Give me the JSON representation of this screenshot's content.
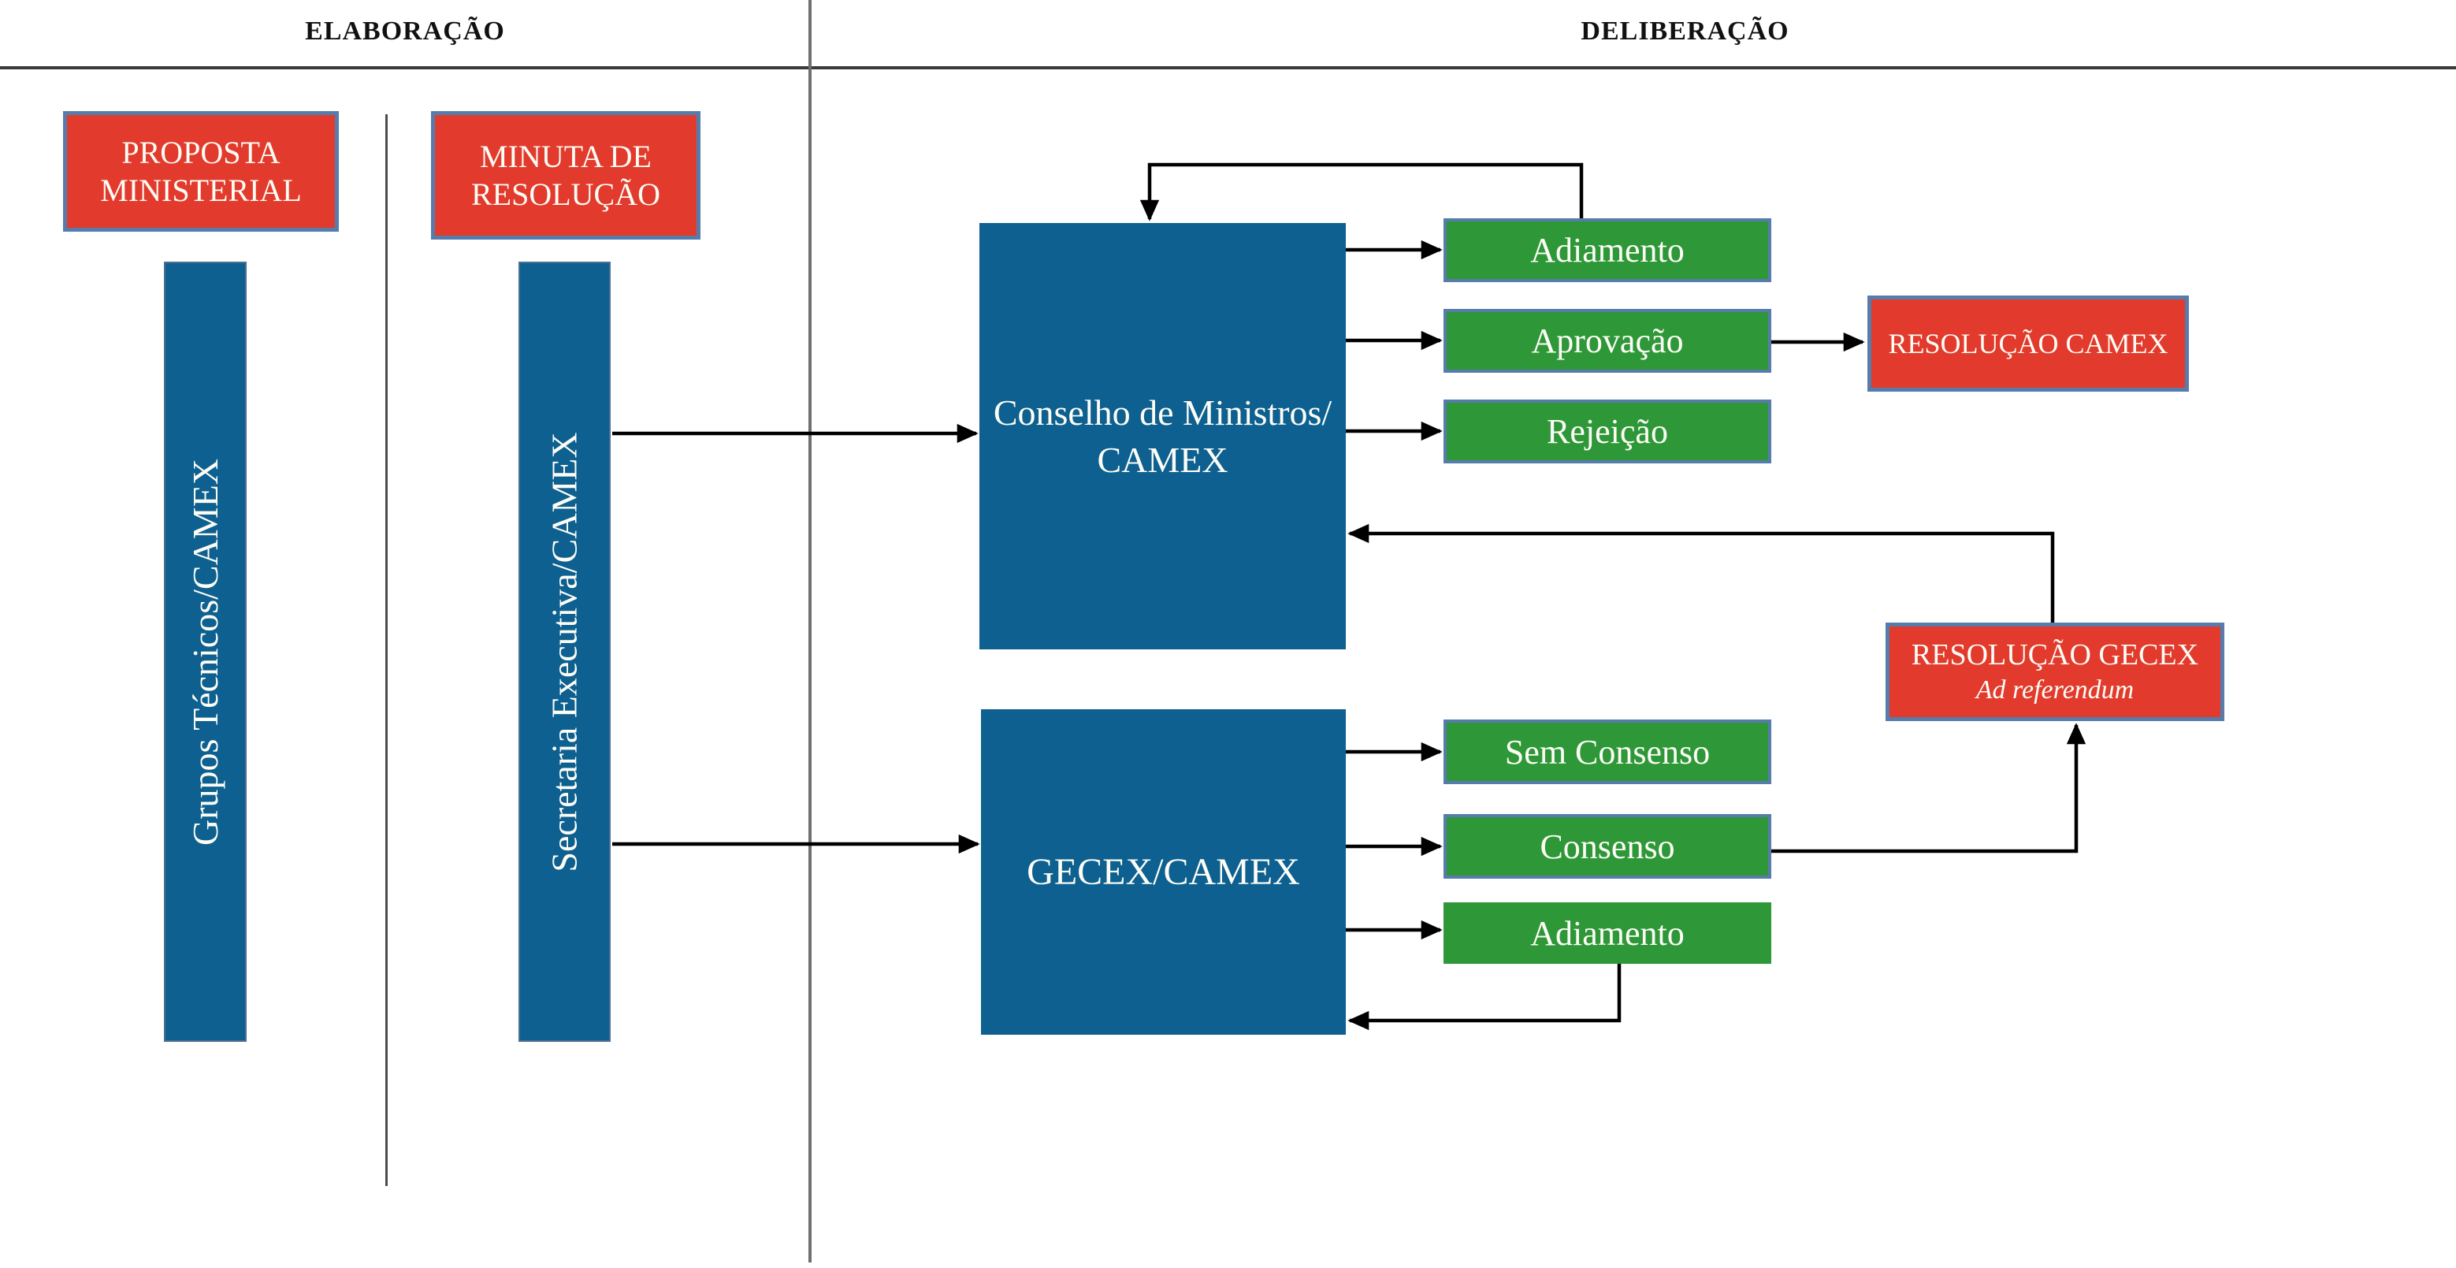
{
  "palette": {
    "blue": "#0D6090",
    "green": "#2E9839",
    "red": "#E23B2D",
    "box_border": "#567CAB",
    "bar_border": "#4E6F92",
    "line": "#000000",
    "rule": "#3A3A3A",
    "separator": "#6F6F6F",
    "divider": "#4A4A4A"
  },
  "header": {
    "left": "ELABORAÇÃO",
    "right": "DELIBERAÇÃO"
  },
  "elaboracao": {
    "proposta_ministerial": "PROPOSTA\nMINISTERIAL",
    "grupos_tecnicos": "Grupos Técnicos/CAMEX",
    "minuta_resolucao": "MINUTA DE\nRESOLUÇÃO",
    "secretaria_executiva": "Secretaria Executiva/CAMEX"
  },
  "deliberacao": {
    "conselho": "Conselho de Ministros/\nCAMEX",
    "gecex": "GECEX/CAMEX",
    "conselho_outcomes": [
      "Adiamento",
      "Aprovação",
      "Rejeição"
    ],
    "gecex_outcomes": [
      "Sem Consenso",
      "Consenso",
      "Adiamento"
    ],
    "resolucao_camex": "RESOLUÇÃO CAMEX",
    "resolucao_gecex": {
      "title": "RESOLUÇÃO GECEX",
      "subtitle": "Ad referendum"
    }
  }
}
